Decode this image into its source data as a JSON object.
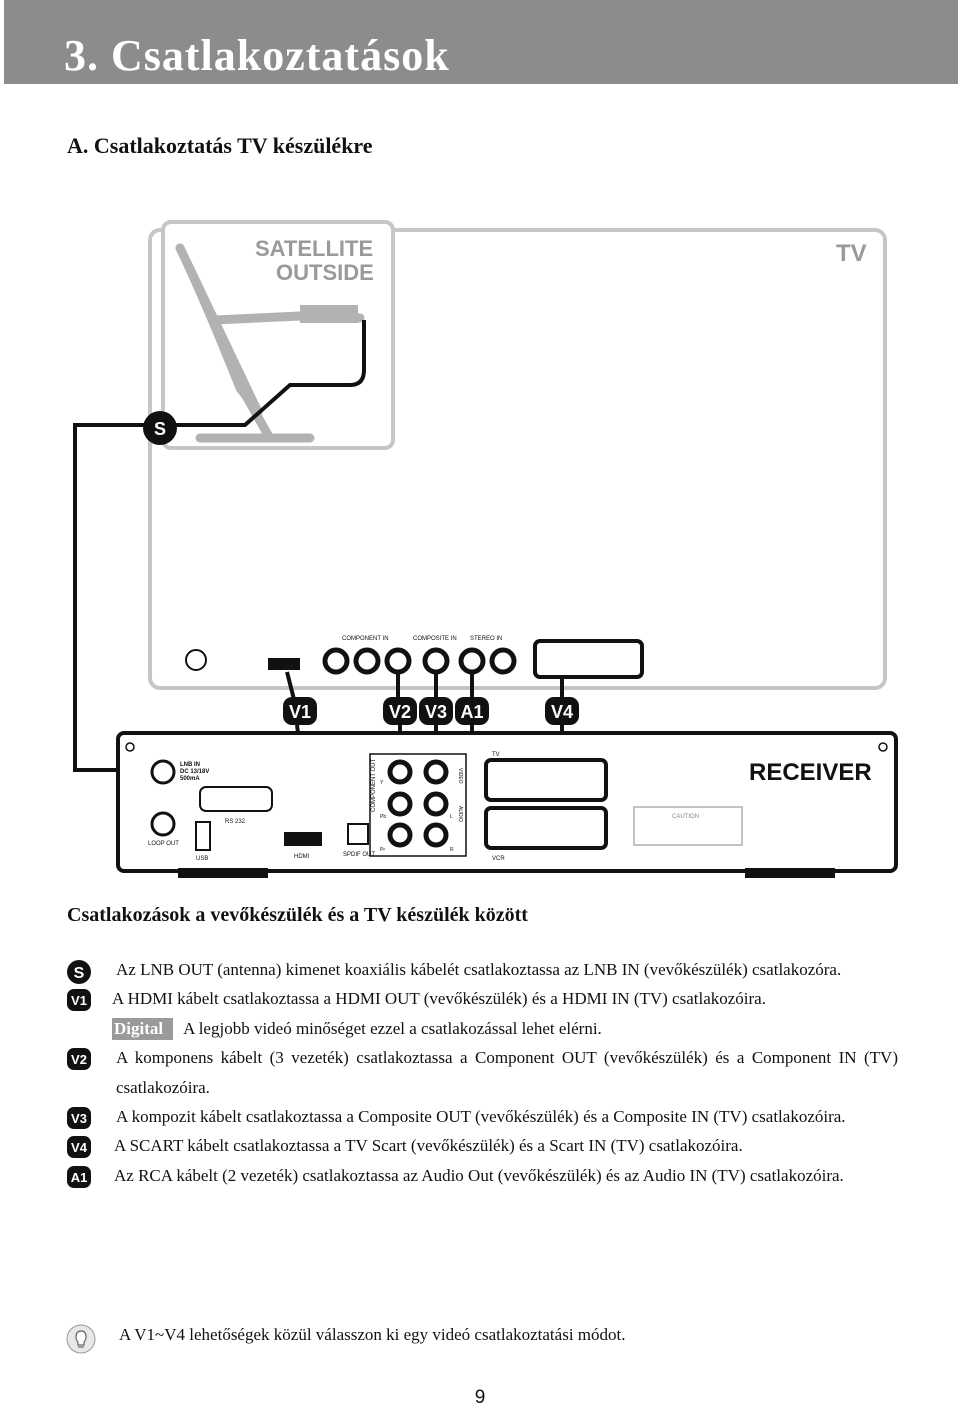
{
  "header": {
    "title": "3. Csatlakoztatások"
  },
  "section": {
    "title": "A. Csatlakoztatás TV készülékre"
  },
  "diagram": {
    "satellite_line1": "SATELLITE",
    "satellite_line2": "OUTSIDE",
    "tv_label": "TV",
    "receiver_label": "RECEIVER",
    "tv_ports": {
      "component_in": "COMPONENT IN",
      "composite_in": "COMPOSITE IN",
      "stereo_in": "STEREO IN"
    },
    "connections": [
      "S",
      "V1",
      "V2",
      "V3",
      "A1",
      "V4"
    ],
    "receiver_ports": {
      "lnb_in": "LNB IN",
      "lnb_spec1": "DC 13/18V",
      "lnb_spec2": "500mA",
      "rs232": "RS 232",
      "loop_out": "LOOP OUT",
      "usb": "USB",
      "hdmi": "HDMI",
      "spdif": "SPDIF OUT",
      "component_out": "COMPONENT OUT",
      "video": "VIDEO",
      "audio": "AUDIO",
      "tv_scart": "TV",
      "vcr_scart": "VCR",
      "y": "Y",
      "pb": "Pb",
      "pr": "Pr",
      "l": "L",
      "r": "R",
      "caution": "CAUTION"
    }
  },
  "subsection": {
    "title": "Csatlakozások a vevőkészülék és a TV készülék között"
  },
  "items": [
    {
      "badge": "S",
      "text": "Az LNB OUT (antenna) kimenet koaxiális kábelét csatlakoztassa az LNB IN (vevőkészülék) csatlakozóra."
    },
    {
      "badge": "V1",
      "text": "A HDMI kábelt csatlakoztassa a HDMI OUT (vevőkészülék) és a HDMI IN (TV) csatlakozóira."
    },
    {
      "badge": "V2",
      "text": "A komponens kábelt (3 vezeték) csatlakoztassa a Component OUT (vevőkészülék) és a Component IN (TV) csatlakozóira."
    },
    {
      "badge": "V3",
      "text": "A kompozit kábelt csatlakoztassa a Composite OUT (vevőkészülék) és a Composite IN (TV) csatlakozóira."
    },
    {
      "badge": "V4",
      "text": "A SCART kábelt csatlakoztassa a TV Scart (vevőkészülék) és a Scart IN (TV) csatlakozóira."
    },
    {
      "badge": "A1",
      "text": "Az RCA kábelt (2 vezeték) csatlakoztassa az Audio Out (vevőkészülék) és az Audio IN (TV) csatlakozóira."
    }
  ],
  "digital": {
    "tag": "Digital",
    "text": "A legjobb videó minőséget ezzel a csatlakozással lehet elérni."
  },
  "tip": {
    "text": "A V1~V4 lehetőségek közül válasszon ki egy videó csatlakoztatási módot."
  },
  "page": {
    "number": "9"
  }
}
